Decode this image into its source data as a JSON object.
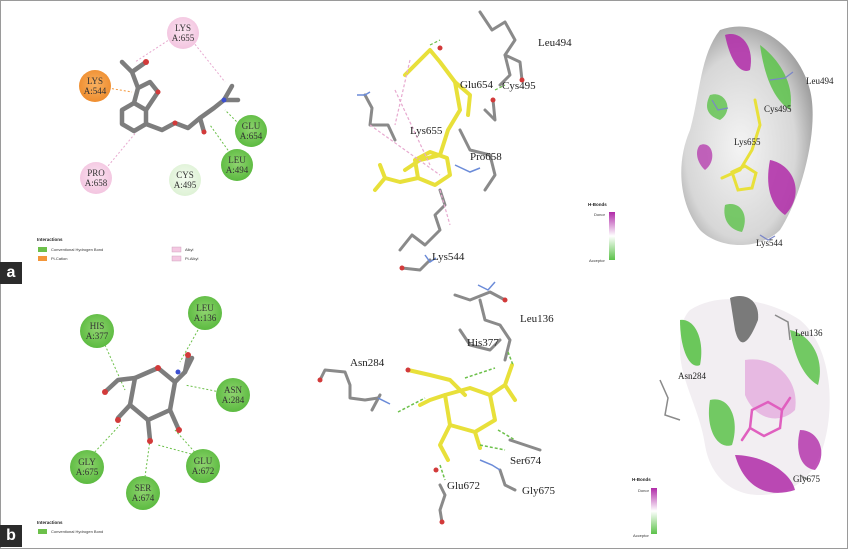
{
  "panel_a": {
    "label": "a",
    "residues": [
      {
        "name": "LYS",
        "id": "A:655",
        "kind": "pialkyl"
      },
      {
        "name": "LYS",
        "id": "A:544",
        "kind": "cation"
      },
      {
        "name": "GLU",
        "id": "A:654",
        "kind": "hbond"
      },
      {
        "name": "LEU",
        "id": "A:494",
        "kind": "hbond"
      },
      {
        "name": "PRO",
        "id": "A:658",
        "kind": "pialkyl"
      },
      {
        "name": "CYS",
        "id": "A:495",
        "kind": "vdw"
      }
    ],
    "legend": {
      "title": "Interactions",
      "items": [
        "Conventional Hydrogen Bond",
        "Pi-Cation",
        "Alkyl",
        "Pi-Alkyl"
      ]
    },
    "labels_3d": [
      "Leu494",
      "Glu654",
      "Cys495",
      "Lys655",
      "Pro658",
      "Lys544"
    ],
    "labels_surface": [
      "Leu494",
      "Cys495",
      "Lys655",
      "Lys544"
    ],
    "hbond_scale": {
      "title": "H-Bonds",
      "top": "Donor",
      "bottom": "Acceptor"
    }
  },
  "panel_b": {
    "label": "b",
    "residues": [
      {
        "name": "HIS",
        "id": "A:377"
      },
      {
        "name": "LEU",
        "id": "A:136"
      },
      {
        "name": "ASN",
        "id": "A:284"
      },
      {
        "name": "GLY",
        "id": "A:675"
      },
      {
        "name": "GLU",
        "id": "A:672"
      },
      {
        "name": "SER",
        "id": "A:674"
      }
    ],
    "legend": {
      "title": "Interactions",
      "items": [
        "Conventional Hydrogen Bond"
      ]
    },
    "labels_3d": [
      "Leu136",
      "His377",
      "Asn284",
      "Ser674",
      "Glu672",
      "Gly675"
    ],
    "labels_surface": [
      "Leu136",
      "Asn284",
      "Gly675"
    ],
    "hbond_scale": {
      "title": "H-Bonds",
      "top": "Donor",
      "bottom": "Acceptor"
    }
  },
  "colors": {
    "hbond": "#6cc04a",
    "cation": "#f3963a",
    "pialkyl": "#f4c8e2",
    "vdw": "#e3f5dd",
    "ligand_yellow": "#e8e03a",
    "surface_magenta": "#b02aa8",
    "surface_green": "#5cc24a"
  }
}
